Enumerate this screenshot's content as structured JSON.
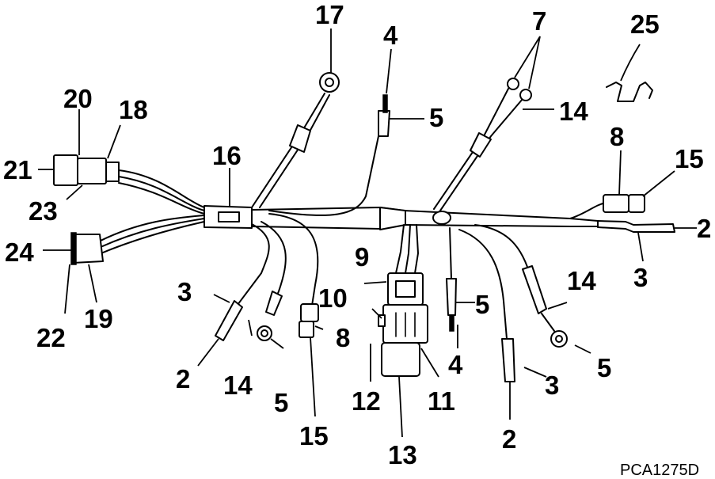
{
  "figure_id": "PCA1275D",
  "callouts": [
    {
      "id": "c17",
      "text": "17"
    },
    {
      "id": "c4a",
      "text": "4"
    },
    {
      "id": "c7",
      "text": "7"
    },
    {
      "id": "c25",
      "text": "25"
    },
    {
      "id": "c20",
      "text": "20"
    },
    {
      "id": "c18",
      "text": "18"
    },
    {
      "id": "c5a",
      "text": "5"
    },
    {
      "id": "c14a",
      "text": "14"
    },
    {
      "id": "c8a",
      "text": "8"
    },
    {
      "id": "c21",
      "text": "21"
    },
    {
      "id": "c16",
      "text": "16"
    },
    {
      "id": "c15a",
      "text": "15"
    },
    {
      "id": "c23",
      "text": "23"
    },
    {
      "id": "c2a",
      "text": "2"
    },
    {
      "id": "c24",
      "text": "24"
    },
    {
      "id": "c3a",
      "text": "3"
    },
    {
      "id": "c9",
      "text": "9"
    },
    {
      "id": "c14b",
      "text": "14"
    },
    {
      "id": "c22",
      "text": "22"
    },
    {
      "id": "c19",
      "text": "19"
    },
    {
      "id": "c3b",
      "text": "3"
    },
    {
      "id": "c10",
      "text": "10"
    },
    {
      "id": "c5b",
      "text": "5"
    },
    {
      "id": "c8b",
      "text": "8"
    },
    {
      "id": "c4b",
      "text": "4"
    },
    {
      "id": "c5c",
      "text": "5"
    },
    {
      "id": "c2b",
      "text": "2"
    },
    {
      "id": "c14c",
      "text": "14"
    },
    {
      "id": "c3c",
      "text": "3"
    },
    {
      "id": "c12",
      "text": "12"
    },
    {
      "id": "c11",
      "text": "11"
    },
    {
      "id": "c5d",
      "text": "5"
    },
    {
      "id": "c15b",
      "text": "15"
    },
    {
      "id": "c2c",
      "text": "2"
    },
    {
      "id": "c13",
      "text": "13"
    }
  ]
}
